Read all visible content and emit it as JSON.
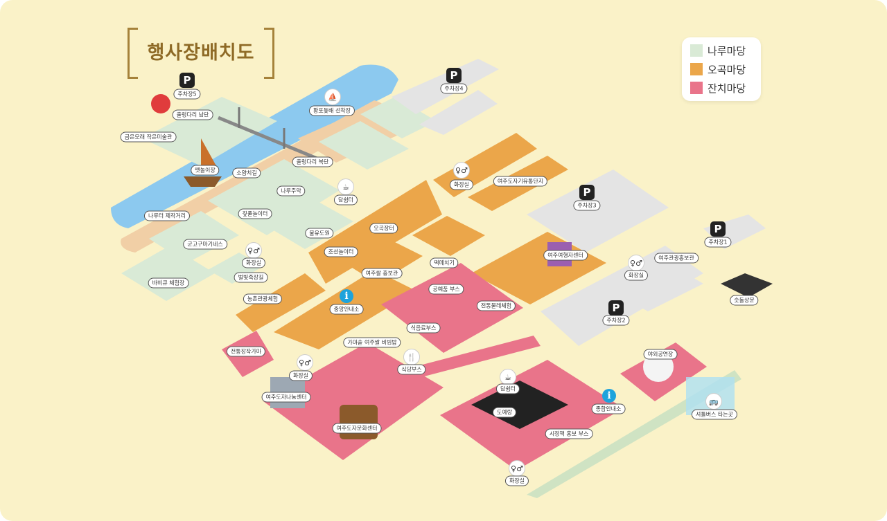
{
  "title": "행사장배치도",
  "legend": [
    {
      "label": "나루마당",
      "color": "#d9ead6"
    },
    {
      "label": "오곡마당",
      "color": "#eba64a"
    },
    {
      "label": "잔치마당",
      "color": "#e9748a"
    }
  ],
  "icons": {
    "parking": "P",
    "info": "i",
    "restroom": "restroom-icon",
    "bus": "bus-icon",
    "smoking": "smoking-area-icon",
    "food": "food-booth-icon",
    "boat": "sailboat-icon",
    "balloon": "hot-air-balloon-icon"
  },
  "labels": {
    "parking5": "주차장5",
    "bridge_south": "출렁다리 남단",
    "art_museum": "금은모래 작은미술관",
    "boat_yard": "뗏놀이장",
    "hwangpo_dock": "황포돛배 선착장",
    "parking4": "주차장4",
    "bridge_north": "출렁다리 북단",
    "soap_bubble": "소얌치길",
    "naru_tavern": "나루주막",
    "craft_play": "짚풀놀이터",
    "smoking": "담쉼터",
    "naru_market": "나루터 제작거리",
    "ogok_market": "오곡장터",
    "mulyu": "물유도원",
    "sweetpotato": "군고구마기네스",
    "restroom1": "화장실",
    "joseon_play": "조선놀이터",
    "rice_promo": "여주쌀 홍보관",
    "rice_porridge": "벌빛죽장길",
    "bbq": "바비큐 체험장",
    "farm_experience": "농촌관광체험",
    "main_info": "중앙안내소",
    "restroom_top": "화장실",
    "ceramic_complex": "여주도자기유통단지",
    "parking3": "주차장3",
    "parking1": "주차장1",
    "tteok": "떡메치기",
    "crafts_booth": "공예품 부스",
    "ceramics_experience": "전통물레체험",
    "tourism_center": "여주여행자센터",
    "restroom_right": "화장실",
    "tourism_promo": "여주관광홍보관",
    "charcoal_gate": "숫돌상문",
    "food_booth": "식음료부스",
    "parking2": "주차장2",
    "pottery_kiln": "전통장작가마",
    "cauldron_bibimbap": "가마솥 여주쌀 비빔밥",
    "restroom_left": "화장실",
    "restaurant_booth": "식당부스",
    "sharing_center": "여주도자나눔센터",
    "culture_center": "여주도자문화센터",
    "smoking2": "담쉼터",
    "outdoor_stage": "야외공연장",
    "main_stage": "도예랑",
    "general_info": "종합안내소",
    "city_booth": "시정책 홍보 부스",
    "shuttle": "셔틀버스 타는곳",
    "restroom_bottom": "화장실"
  },
  "pins": {
    "restroom": "♀♂",
    "smoking": "☕",
    "food": "🍴",
    "boat": "⛵"
  }
}
